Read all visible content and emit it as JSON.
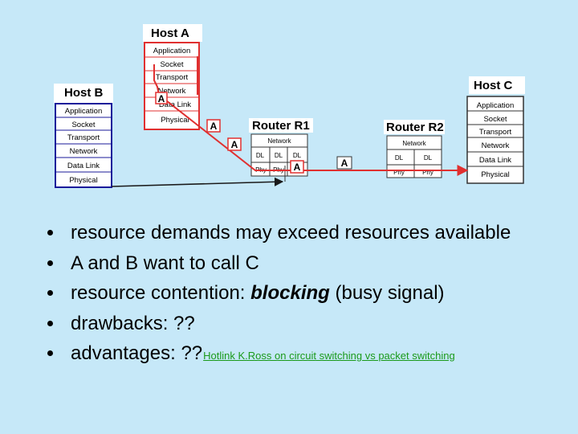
{
  "hosts": {
    "a": {
      "title": "Host A",
      "layers": [
        "Application",
        "Socket",
        "Transport",
        "Network",
        "Data Link",
        "Physical"
      ]
    },
    "b": {
      "title": "Host B",
      "layers": [
        "Application",
        "Socket",
        "Transport",
        "Network",
        "Data Link",
        "Physical"
      ]
    },
    "c": {
      "title": "Host C",
      "layers": [
        "Application",
        "Socket",
        "Transport",
        "Network",
        "Data Link",
        "Physical"
      ]
    }
  },
  "routers": {
    "r1": {
      "title": "Router R1",
      "network": "Network",
      "dl": [
        "DL",
        "DL",
        "DL"
      ],
      "phy": [
        "Phy",
        "Phy"
      ]
    },
    "r2": {
      "title": "Router R2",
      "network": "Network",
      "dl": [
        "DL",
        "DL"
      ],
      "phy": [
        "Phy",
        "Phy"
      ]
    }
  },
  "packet_label": "A",
  "colors": {
    "host_a_path": "#e03030",
    "host_b_path": "#1a1a1a",
    "background": "#c6e8f8",
    "hotlink": "#1a9a1a"
  },
  "bullets": {
    "b1": "resource demands may exceed resources available",
    "b2": "A and B want to call C",
    "b3_prefix": "resource contention: ",
    "b3_em": "blocking",
    "b3_suffix": " (busy signal)",
    "b4": "drawbacks: ??",
    "b5": "advantages: ??",
    "hotlink": "Hotlink K.Ross on circuit switching vs packet switching"
  }
}
